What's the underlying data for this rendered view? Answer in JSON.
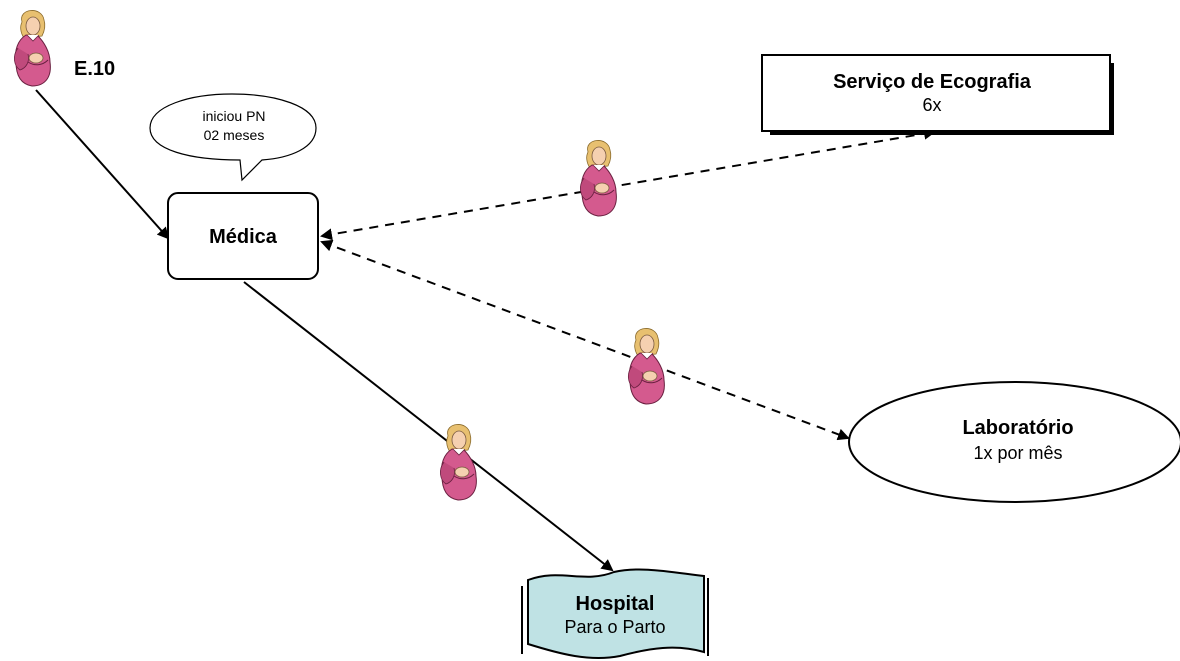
{
  "diagram": {
    "patient_label": "E.10",
    "speech_bubble": {
      "line1": "iniciou PN",
      "line2": "02 meses"
    },
    "nodes": {
      "medica": {
        "title": "Médica"
      },
      "ecografia": {
        "title": "Serviço de Ecografia",
        "subtitle": "6x"
      },
      "laboratorio": {
        "title": "Laboratório",
        "subtitle": "1x por mês"
      },
      "hospital": {
        "title": "Hospital",
        "subtitle": "Para o Parto"
      }
    },
    "colors": {
      "hospital_fill": "#bfe2e4",
      "patient_dress": "#d45a8e",
      "patient_skin": "#f5d0b0",
      "patient_hair": "#e8c070",
      "line": "#000000"
    },
    "icons": {
      "patient": "pregnant-woman-icon"
    }
  }
}
